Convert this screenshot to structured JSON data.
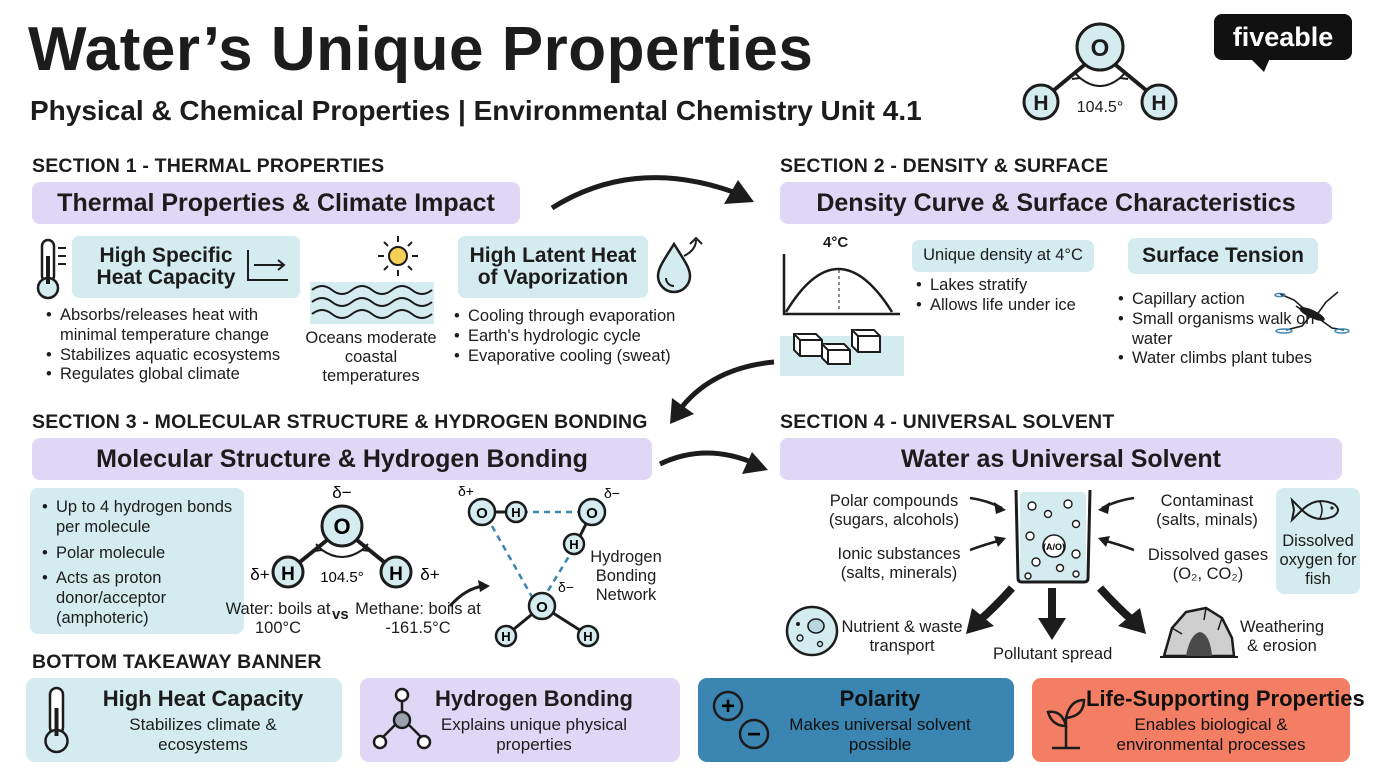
{
  "header": {
    "title": "Water’s Unique Properties",
    "subtitle": "Physical & Chemical Properties | Environmental Chemistry Unit 4.1",
    "logo": "fiveable",
    "molecule": {
      "o": "O",
      "h": "H",
      "angle": "104.5°"
    }
  },
  "section1": {
    "label": "SECTION 1 - THERMAL PROPERTIES",
    "heading": "Thermal Properties & Climate Impact",
    "specific_heat": {
      "title_1": "High Specific",
      "title_2": "Heat Capacity",
      "bullets": [
        "Absorbs/releases heat with minimal temperature change",
        "Stabilizes aquatic ecosystems",
        "Regulates global climate"
      ]
    },
    "oceans_caption": "Oceans moderate coastal temperatures",
    "latent_heat": {
      "title_1": "High Latent Heat",
      "title_2": "of Vaporization",
      "bullets": [
        "Cooling through evaporation",
        "Earth's hydrologic cycle",
        "Evaporative cooling (sweat)"
      ]
    }
  },
  "section2": {
    "label": "SECTION 2 - DENSITY & SURFACE",
    "heading": "Density Curve & Surface Characteristics",
    "curve_label": "4°C",
    "density": {
      "title": "Unique density at 4°C",
      "bullets": [
        "Lakes stratify",
        "Allows life under ice"
      ]
    },
    "surface": {
      "title": "Surface Tension",
      "bullets": [
        "Capillary action",
        "Small organisms walk on water",
        "Water climbs plant tubes"
      ]
    }
  },
  "section3": {
    "label": "SECTION 3 - MOLECULAR STRUCTURE & HYDROGEN BONDING",
    "heading": "Molecular Structure & Hydrogen Bonding",
    "bullets": [
      "Up to 4 hydrogen bonds per molecule",
      "Polar molecule",
      "Acts as proton donor/acceptor (amphoteric)"
    ],
    "molecule": {
      "delta_minus": "δ−",
      "delta_plus": "δ+",
      "o": "O",
      "h": "H",
      "angle": "104.5°"
    },
    "water_boil": "Water: boils at 100°C",
    "vs": "vs",
    "methane_boil": "Methane: boils at -161.5°C",
    "network_label": "Hydrogen Bonding Network"
  },
  "section4": {
    "label": "SECTION 4 - UNIVERSAL SOLVENT",
    "heading": "Water as Universal Solvent",
    "polar": "Polar compounds (sugars, alcohols)",
    "ionic": "Ionic substances (salts, minerals)",
    "contaminants": "Contaminast (salts, minals)",
    "gases": "Dissolved gases (O₂, CO₂)",
    "center_particle": "(A/O)",
    "oxygen": "Dissolved oxygen for fish",
    "nutrient": "Nutrient & waste transport",
    "pollutant": "Pollutant spread",
    "weathering": "Weathering & erosion"
  },
  "banner": {
    "label": "BOTTOM TAKEAWAY BANNER",
    "cards": [
      {
        "title": "High Heat Capacity",
        "desc": "Stabilizes climate & ecosystems",
        "color": "#d4ecef"
      },
      {
        "title": "Hydrogen Bonding",
        "desc": "Explains unique physical properties",
        "color": "#e0d6f5"
      },
      {
        "title": "Polarity",
        "desc": "Makes universal solvent possible",
        "color": "#3b85b2"
      },
      {
        "title": "Life-Supporting Properties",
        "desc": "Enables biological & environmental processes",
        "color": "#f47e63"
      }
    ]
  },
  "icons": {
    "plus": "+",
    "minus": "−"
  }
}
